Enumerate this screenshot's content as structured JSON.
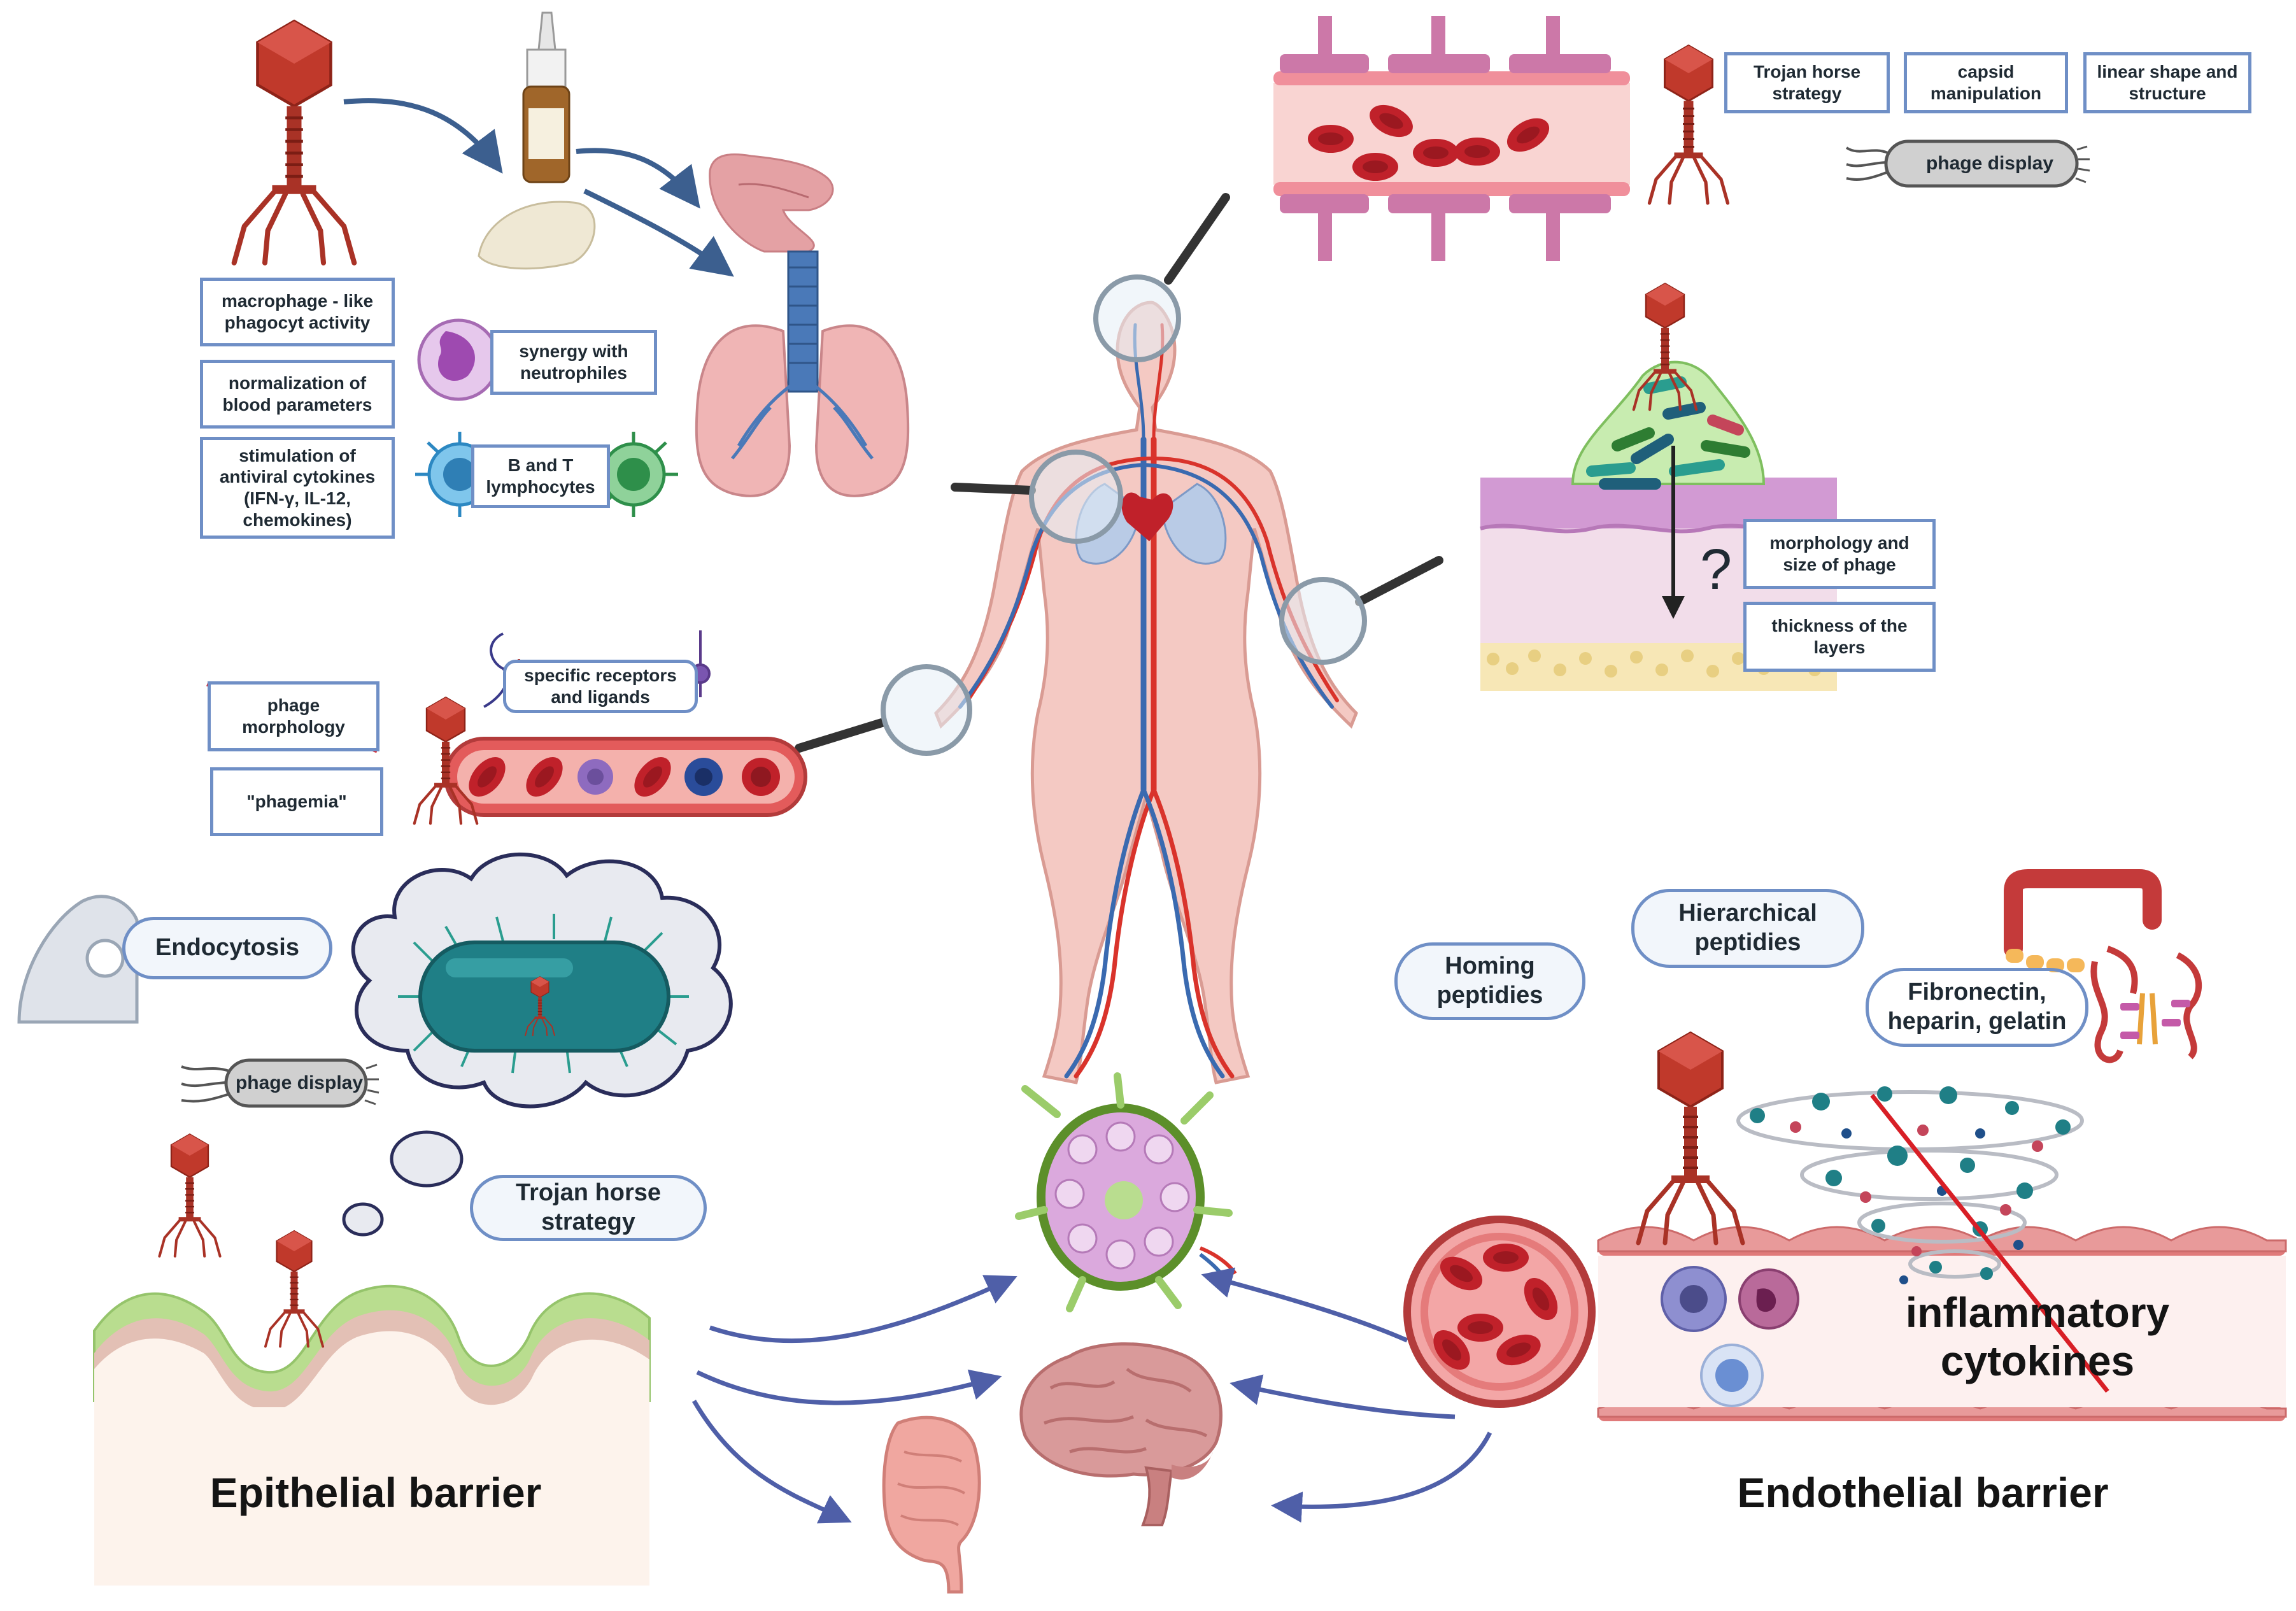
{
  "colors": {
    "phage": "#c0392b",
    "label_border": "#6f8fc6",
    "artery": "#d9332b",
    "vein": "#3a6ab0",
    "skin": "#f4c9c3",
    "arrow": "#4f5fa8",
    "epithelium": "#b9dd8f"
  },
  "labels": {
    "macrophage": "macrophage - like phagocyt activity",
    "normalization": "normalization of blood parameters",
    "stimulation": "stimulation of antiviral cytokines (IFN-γ, IL-12, chemokines)",
    "neutrophiles": "synergy with neutrophiles",
    "lymphocytes": "B and T lymphocytes",
    "trojan_top": "Trojan horse strategy",
    "capsid": "capsid manipulation",
    "linear_shape": "linear shape and structure",
    "phage_display_top": "phage display",
    "morphology_size": "morphology and size of phage",
    "thickness": "thickness of the layers",
    "question_mark": "?",
    "phage_morphology": "phage morphology",
    "phagemia": "\"phagemia\"",
    "receptors": "specific receptors and ligands",
    "endocytosis": "Endocytosis",
    "phage_display_bottom": "phage display",
    "trojan_bottom": "Trojan horse strategy",
    "homing": "Homing peptidies",
    "hierarchical": "Hierarchical peptidies",
    "fibronectin": "Fibronectin, heparin, gelatin",
    "inflammatory": "inflammatory cytokines",
    "epithelial_barrier": "Epithelial barrier",
    "endothelial_barrier": "Endothelial barrier"
  }
}
